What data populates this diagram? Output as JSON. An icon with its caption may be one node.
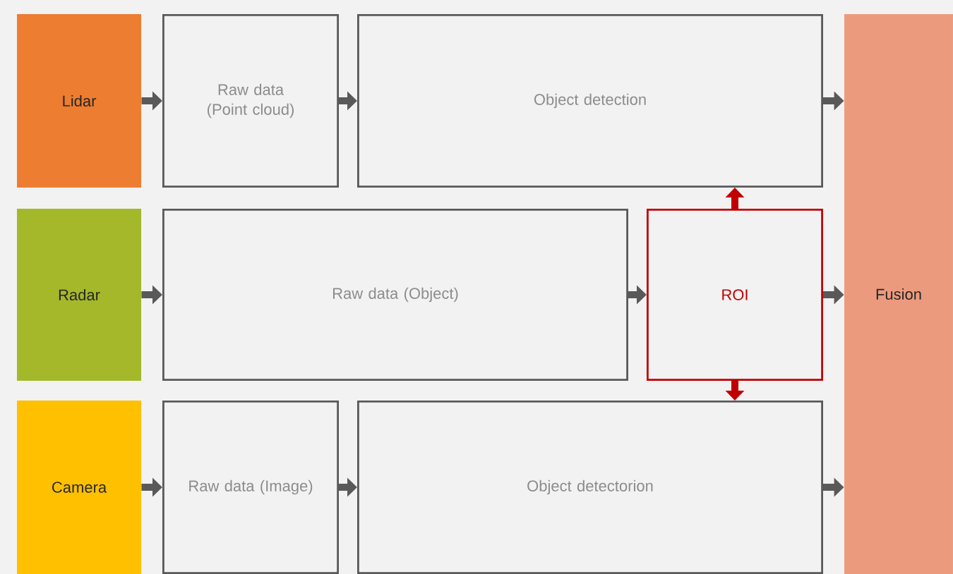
{
  "diagram": {
    "nodes": [
      {
        "text": [
          "Lidar"
        ]
      },
      {
        "text": [
          "Raw data (Point cloud)"
        ]
      },
      {
        "text": [
          "Object detection"
        ]
      },
      {
        "text": [
          "Radar"
        ]
      },
      {
        "text": [
          "Raw data (Object)"
        ]
      },
      {
        "text": [
          "ROI"
        ]
      },
      {
        "text": [
          "Camera"
        ]
      },
      {
        "text": [
          "Raw data (Image)"
        ]
      },
      {
        "text": [
          "Object detectorion"
        ]
      },
      {
        "text": [
          "Fusion"
        ]
      }
    ],
    "edges": [
      {
        "from": 0,
        "to": 1,
        "arrow": "to"
      },
      {
        "from": 1,
        "to": 2,
        "arrow": "to"
      },
      {
        "from": 2,
        "to": 9,
        "arrow": "to"
      },
      {
        "from": 3,
        "to": 4,
        "arrow": "to"
      },
      {
        "from": 4,
        "to": 5,
        "arrow": "to"
      },
      {
        "from": 5,
        "to": 9,
        "arrow": "to"
      },
      {
        "from": 5,
        "to": 2,
        "arrow": "to",
        "color": "#c00000"
      },
      {
        "from": 5,
        "to": 8,
        "arrow": "to",
        "color": "#c00000"
      },
      {
        "from": 6,
        "to": 7,
        "arrow": "to"
      },
      {
        "from": 7,
        "to": 8,
        "arrow": "to"
      },
      {
        "from": 8,
        "to": 9,
        "arrow": "to"
      }
    ]
  }
}
